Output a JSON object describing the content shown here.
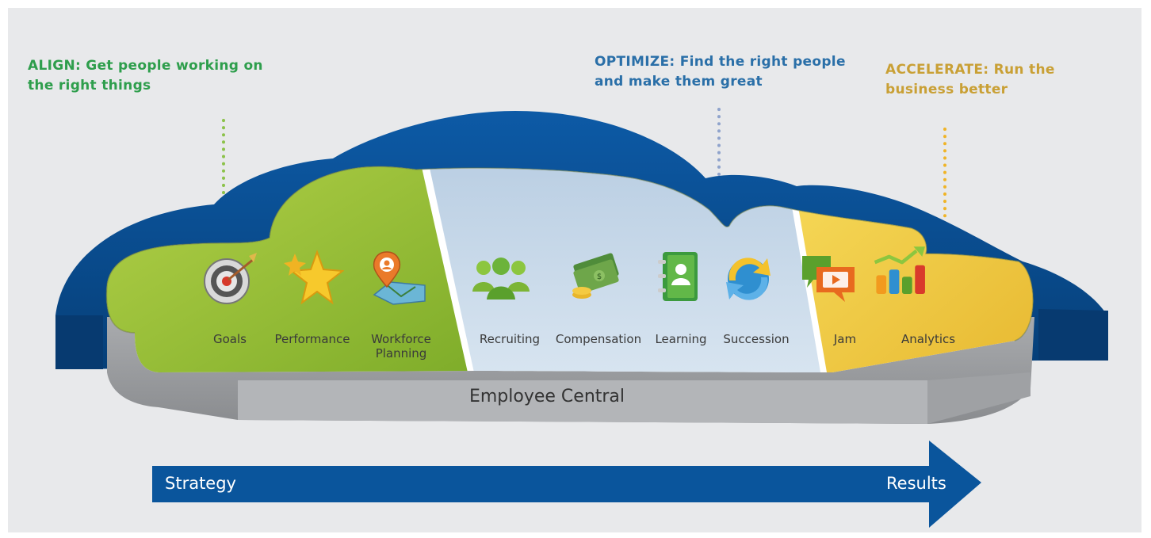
{
  "headings": {
    "align": "ALIGN: Get people working on the right things",
    "optimize": "OPTIMIZE: Find the right people and make them great",
    "accelerate": "ACCELERATE: Run the business better"
  },
  "modules": {
    "goals": "Goals",
    "performance": "Performance",
    "workforce_planning": "Workforce Planning",
    "recruiting": "Recruiting",
    "compensation": "Compensation",
    "learning": "Learning",
    "succession": "Succession",
    "jam": "Jam",
    "analytics": "Analytics"
  },
  "base_label": "Employee Central",
  "arrow": {
    "start": "Strategy",
    "end": "Results"
  },
  "colors": {
    "align": "#2e9e4c",
    "optimize": "#2a6fa8",
    "accelerate": "#c9a035",
    "cloud_blue": "#0b4f94",
    "green_zone": "#9cc437",
    "blue_zone": "#c9daea",
    "yellow_zone": "#f2cc42",
    "arrow": "#0a559c"
  }
}
